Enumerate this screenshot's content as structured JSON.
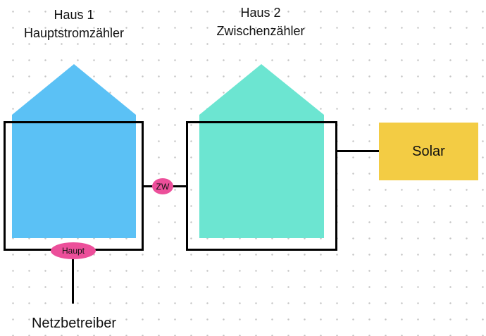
{
  "house1": {
    "name": "Haus 1",
    "subtitle": "Hauptstromzähler",
    "color": "#5bc1f5"
  },
  "house2": {
    "name": "Haus 2",
    "subtitle": "Zwischenzähler",
    "color": "#6ce5d1"
  },
  "meters": {
    "zw": "ZW",
    "haupt": "Haupt",
    "color": "#ec4f9a"
  },
  "solar": {
    "label": "Solar",
    "color": "#f3cc44"
  },
  "grid_operator": {
    "label": "Netzbetreiber"
  }
}
